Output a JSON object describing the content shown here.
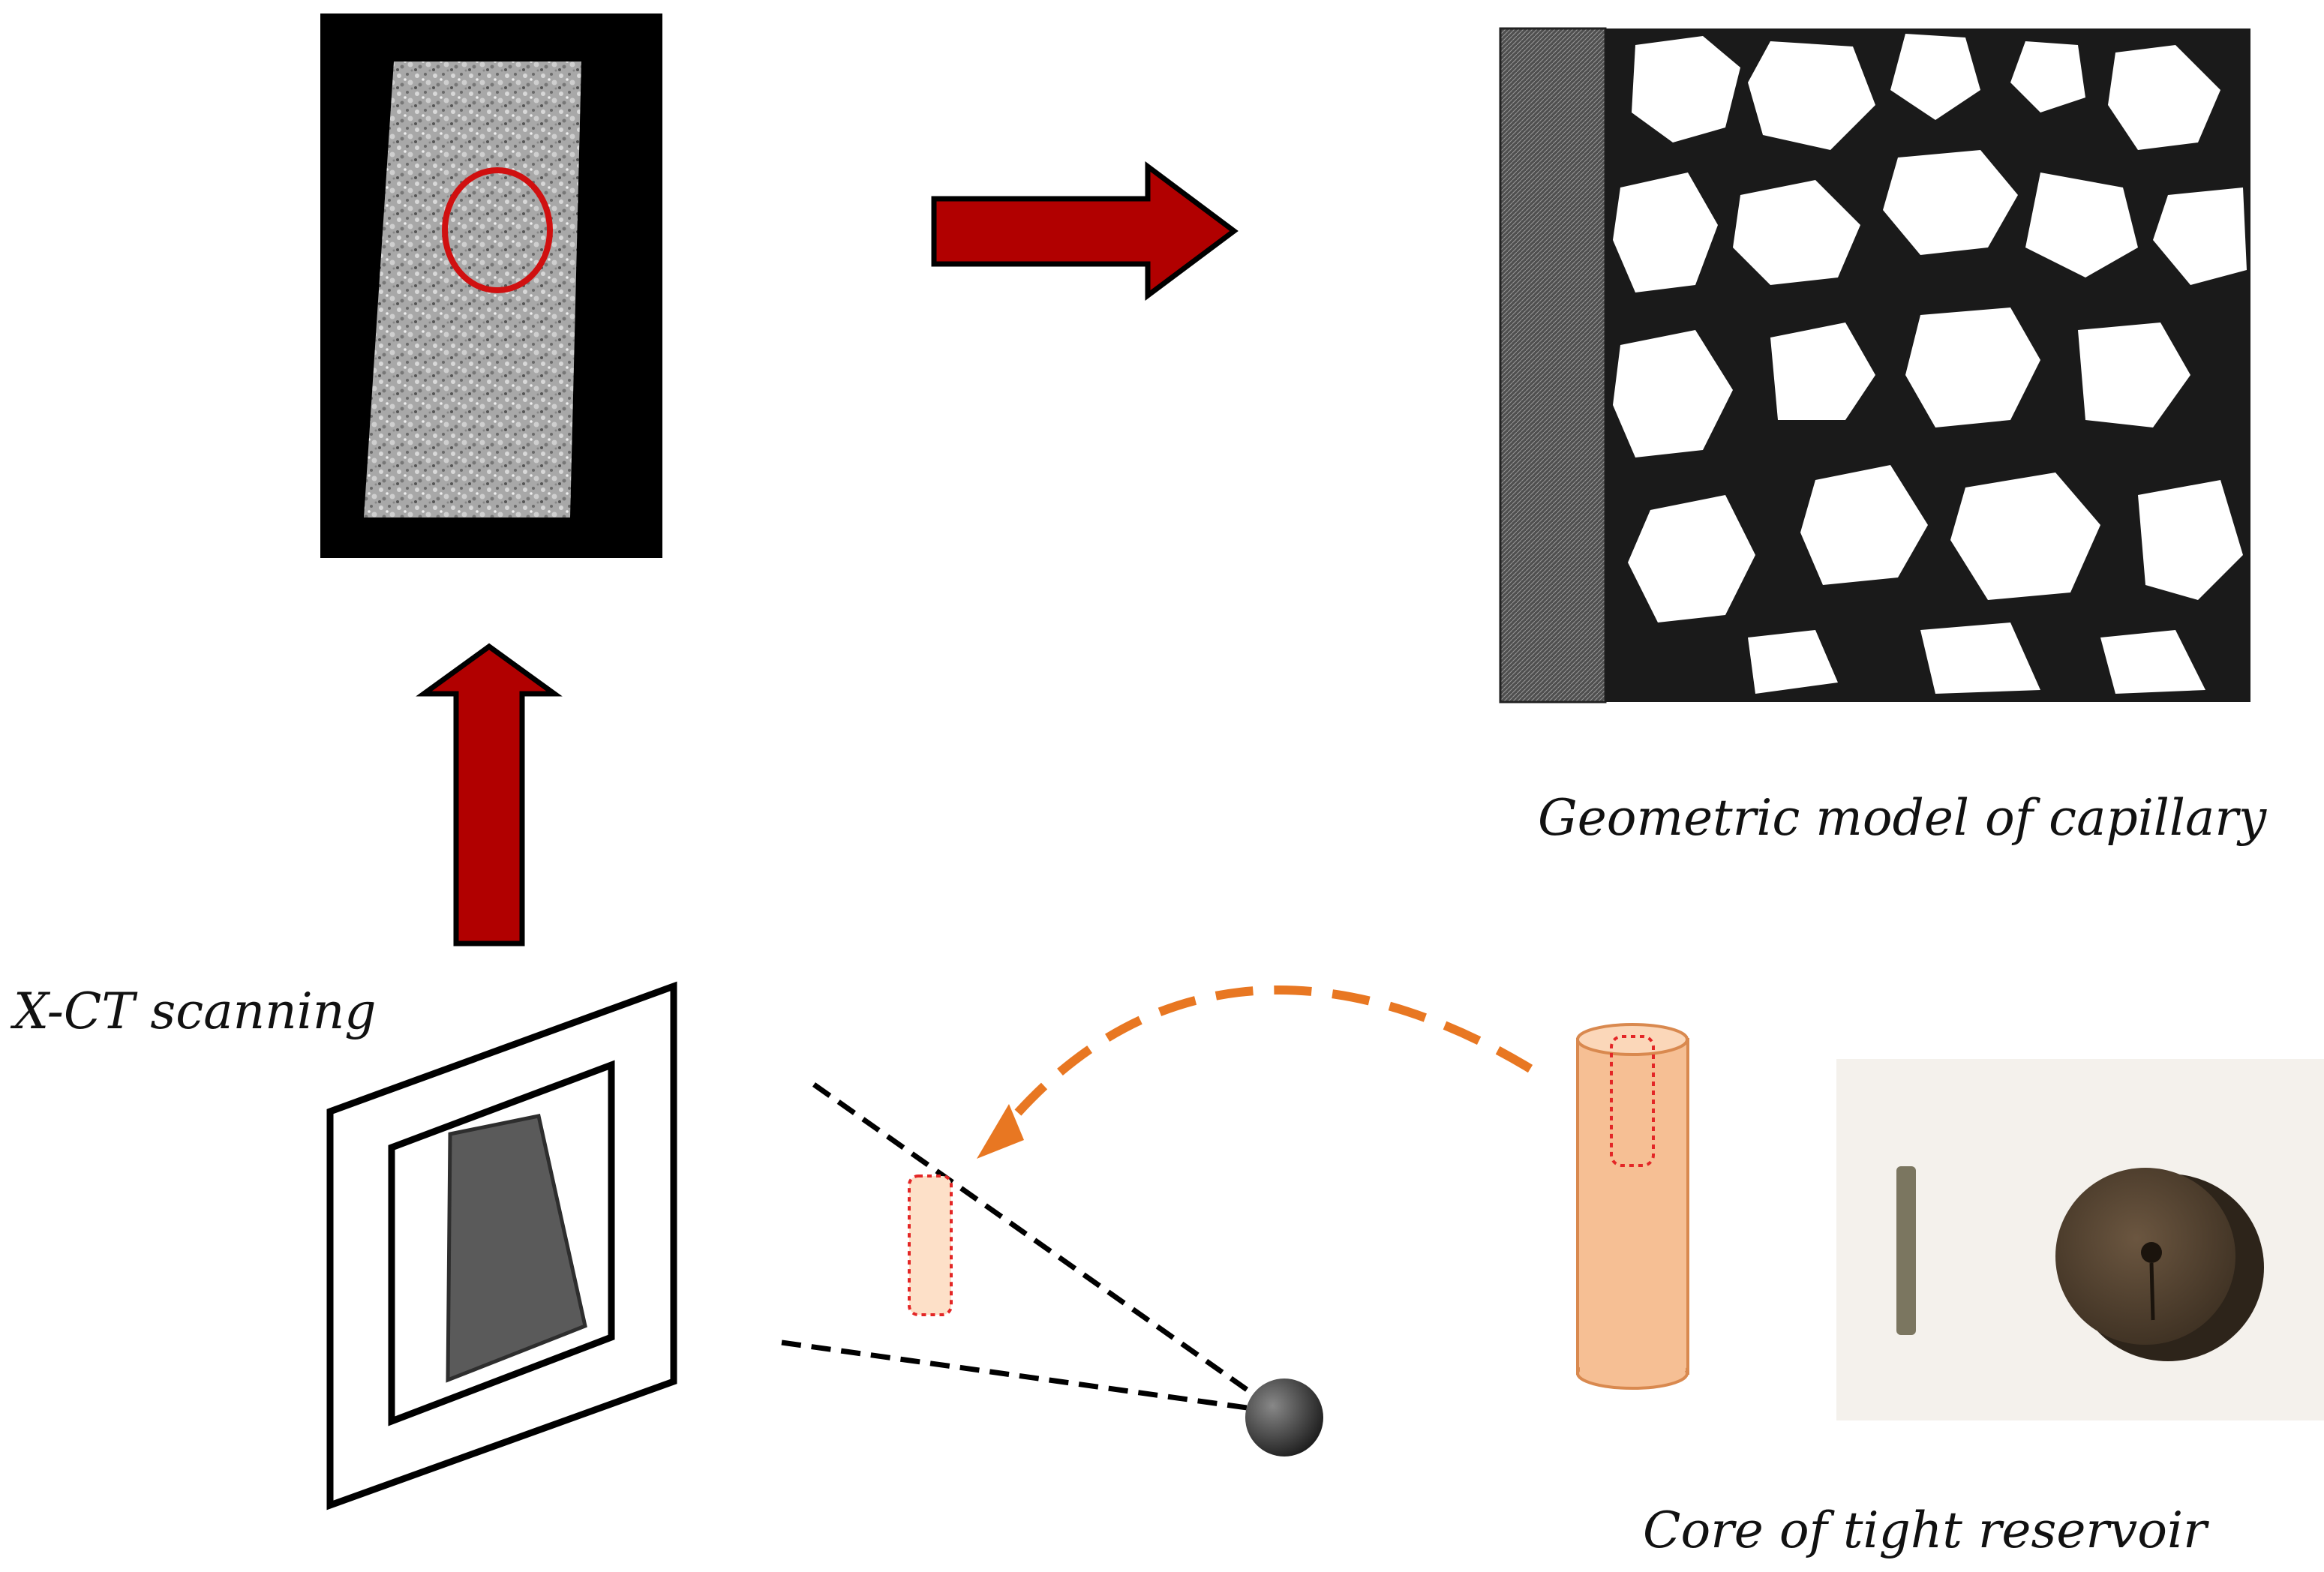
{
  "labels": {
    "xct_scanning": "X-CT scanning",
    "geometric_model": "Geometric model of capillary",
    "core": "Core of tight reservoir"
  },
  "colors": {
    "arrow_fill": "#b10000",
    "highlight_circle": "#d01010",
    "dashed_arc": "#e87722",
    "core_cylinder": "#f6bf94",
    "core_outline": "#d9894f",
    "sample_marker": "#e32626",
    "detector_frame": "#000000",
    "scan_shadow": "#5a5a5a",
    "xray_source": "#333333",
    "ct_background": "#000000",
    "ct_slice": "#a9a9a9",
    "photo_core_dark": "#4a3b2b",
    "photo_stick": "#7b7660"
  },
  "icons": {
    "block_arrow": "right-arrow-icon",
    "block_arrow_up": "up-arrow-icon",
    "source": "xray-source-icon"
  }
}
